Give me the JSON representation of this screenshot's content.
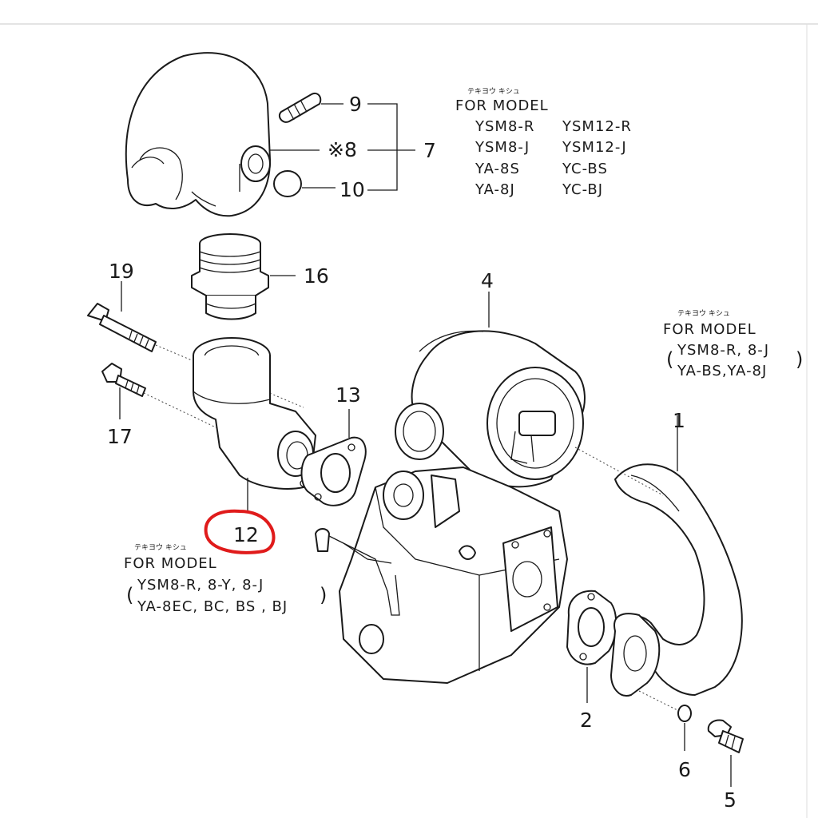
{
  "callouts": {
    "c9": "9",
    "c8": "※8",
    "c7": "7",
    "c10": "10",
    "c16": "16",
    "c19": "19",
    "c17": "17",
    "c4": "4",
    "c13": "13",
    "c12": "12",
    "c1": "1",
    "c2": "2",
    "c6": "6",
    "c5": "5"
  },
  "notes": {
    "top": {
      "kana": "テキヨウ キシュ",
      "title": "FOR MODEL",
      "col1": [
        "YSM8-R",
        "YSM8-J",
        "YA-8S",
        "YA-8J"
      ],
      "col2": [
        "YSM12-R",
        "YSM12-J",
        "YC-BS",
        "YC-BJ"
      ]
    },
    "right": {
      "kana": "テキヨウ キシュ",
      "title": "FOR MODEL",
      "line1": "YSM8-R, 8-J",
      "line2": "YA-BS,YA-8J"
    },
    "left": {
      "kana": "テキヨウ キシュ",
      "title": "FOR MODEL",
      "line1": "YSM8-R, 8-Y, 8-J",
      "line2": "YA-8EC, BC, BS , BJ"
    }
  },
  "highlight": {
    "color": "#e01b1b",
    "target": "12"
  }
}
